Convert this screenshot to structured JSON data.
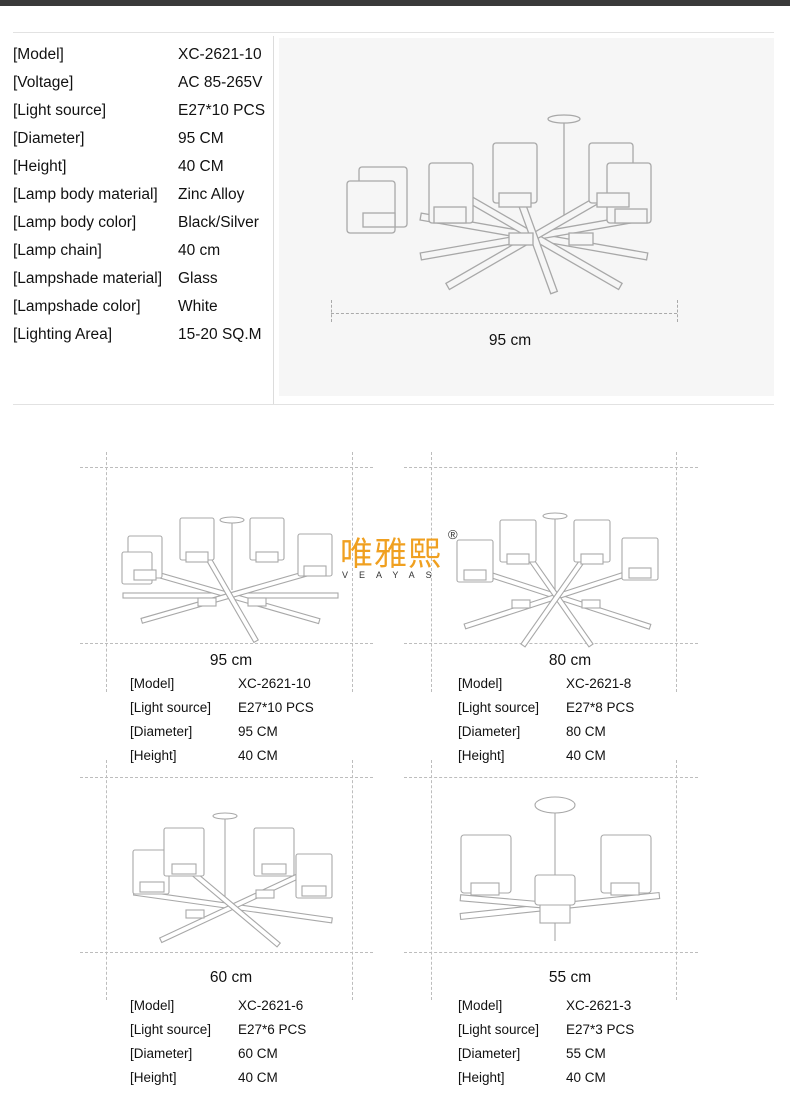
{
  "spec_table": [
    {
      "label": "[Model]",
      "value": "XC-2621-10"
    },
    {
      "label": "[Voltage]",
      "value": "AC 85-265V"
    },
    {
      "label": "[Light source]",
      "value": "E27*10 PCS"
    },
    {
      "label": "[Diameter]",
      "value": "95 CM"
    },
    {
      "label": "[Height]",
      "value": "40 CM"
    },
    {
      "label": "[Lamp body material]",
      "value": "Zinc Alloy"
    },
    {
      "label": "[Lamp body color]",
      "value": "Black/Silver"
    },
    {
      "label": "[Lamp chain]",
      "value": "40 cm"
    },
    {
      "label": "[Lampshade material]",
      "value": "Glass"
    },
    {
      "label": "[Lampshade color]",
      "value": "White"
    },
    {
      "label": "[Lighting Area]",
      "value": "15-20 SQ.M"
    }
  ],
  "hero": {
    "dimension": "95 cm"
  },
  "brand": {
    "chinese": "唯雅熙",
    "registered": "®",
    "latin": "VEAYAS"
  },
  "variants": [
    {
      "dimension": "95 cm",
      "rows": [
        {
          "label": "[Model]",
          "value": "XC-2621-10"
        },
        {
          "label": "[Light source]",
          "value": "E27*10 PCS"
        },
        {
          "label": "[Diameter]",
          "value": "95 CM"
        },
        {
          "label": "[Height]",
          "value": "40 CM"
        }
      ]
    },
    {
      "dimension": "80 cm",
      "rows": [
        {
          "label": "[Model]",
          "value": "XC-2621-8"
        },
        {
          "label": "[Light source]",
          "value": "E27*8 PCS"
        },
        {
          "label": "[Diameter]",
          "value": "80 CM"
        },
        {
          "label": "[Height]",
          "value": "40 CM"
        }
      ]
    },
    {
      "dimension": "60 cm",
      "rows": [
        {
          "label": "[Model]",
          "value": "XC-2621-6"
        },
        {
          "label": "[Light source]",
          "value": "E27*6 PCS"
        },
        {
          "label": "[Diameter]",
          "value": "60 CM"
        },
        {
          "label": "[Height]",
          "value": "40 CM"
        }
      ]
    },
    {
      "dimension": "55 cm",
      "rows": [
        {
          "label": "[Model]",
          "value": "XC-2621-3"
        },
        {
          "label": "[Light source]",
          "value": "E27*3 PCS"
        },
        {
          "label": "[Diameter]",
          "value": "55 CM"
        },
        {
          "label": "[Height]",
          "value": "40 CM"
        }
      ]
    }
  ]
}
